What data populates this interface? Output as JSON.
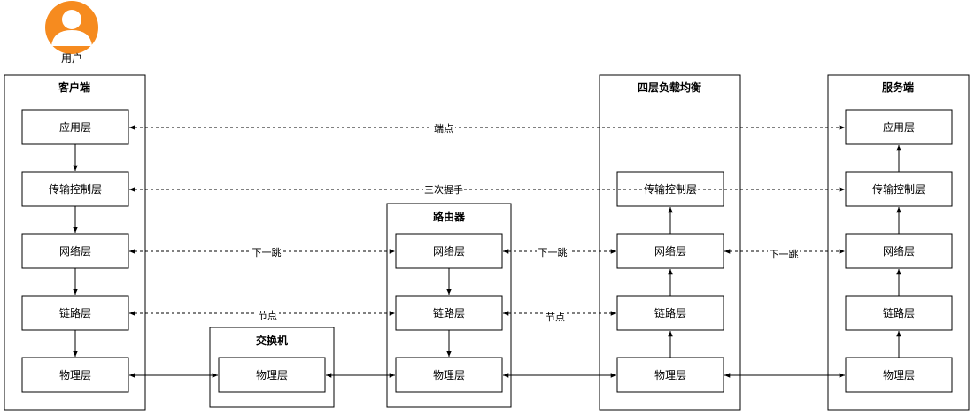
{
  "user": {
    "label": "用户",
    "icon": "user-avatar-icon",
    "color": "#F68B1F"
  },
  "containers": {
    "client": "客户端",
    "switch": "交换机",
    "router": "路由器",
    "lb": "四层负载均衡",
    "server": "服务端"
  },
  "layers": {
    "app": "应用层",
    "transport": "传输控制层",
    "network": "网络层",
    "link": "链路层",
    "physical": "物理层"
  },
  "edge_labels": {
    "endpoint": "端点",
    "handshake": "三次握手",
    "next_hop": "下一跳",
    "node": "节点"
  }
}
